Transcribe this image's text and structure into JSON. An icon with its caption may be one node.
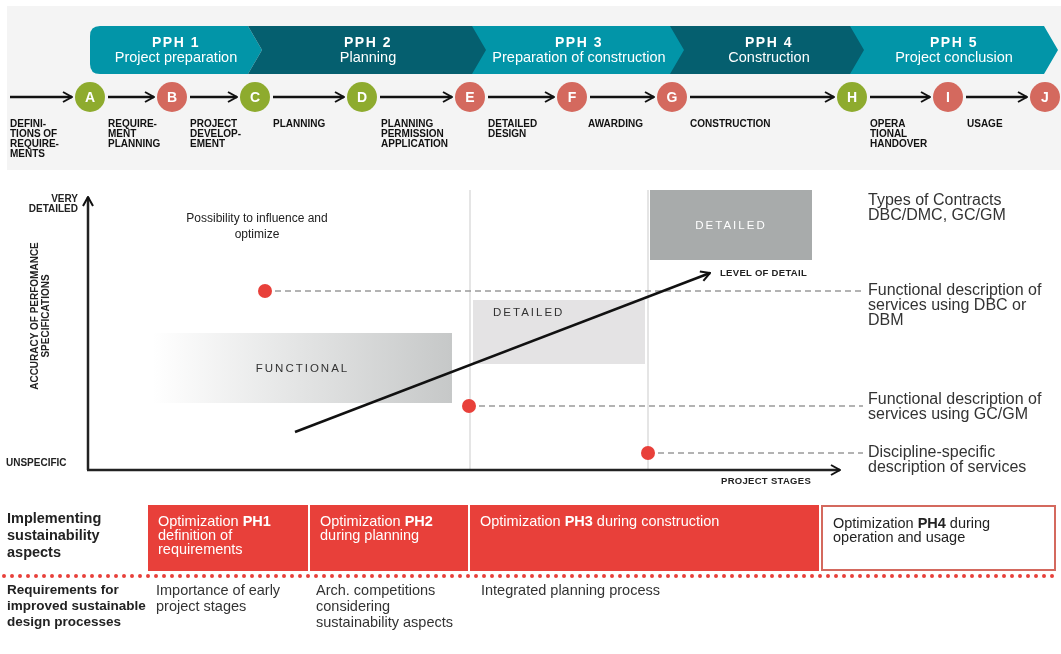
{
  "diagram": {
    "nodes": [
      {
        "text": [
          "PPH 1",
          "Project preparation"
        ]
      },
      {
        "text": [
          "PPH 2",
          "Planning"
        ]
      },
      {
        "text": [
          "PPH 3",
          "Preparation of construction"
        ]
      },
      {
        "text": [
          "PPH 4",
          "Construction"
        ]
      },
      {
        "text": [
          "PPH 5",
          "Project  conclusion"
        ]
      },
      {
        "text": [
          "A"
        ]
      },
      {
        "text": [
          "B"
        ]
      },
      {
        "text": [
          "C"
        ]
      },
      {
        "text": [
          "D"
        ]
      },
      {
        "text": [
          "E"
        ]
      },
      {
        "text": [
          "F"
        ]
      },
      {
        "text": [
          "G"
        ]
      },
      {
        "text": [
          "H"
        ]
      },
      {
        "text": [
          "I"
        ]
      },
      {
        "text": [
          "J"
        ]
      },
      {
        "text": [
          "FUNCTIONAL"
        ]
      },
      {
        "text": [
          "DETAILED"
        ]
      },
      {
        "text": [
          "DETAILED"
        ]
      },
      {
        "text": [],
        "shape": "circle"
      },
      {
        "text": [],
        "shape": "circle"
      },
      {
        "text": [],
        "shape": "circle"
      },
      {
        "text": [
          "Functional description of services using DBC or DBM"
        ]
      },
      {
        "text": [
          "Functional description of services using GC/GM"
        ]
      },
      {
        "text": [
          "Discipline-specific description of services"
        ]
      },
      {
        "text": [
          "Optimization **PH1** definition of requirements"
        ]
      },
      {
        "text": [
          "Optimization **PH2** during planning"
        ]
      },
      {
        "text": [
          "Optimization **PH3** during construction"
        ]
      },
      {
        "text": [
          "Optimization **PH4** during operation and usage"
        ]
      }
    ],
    "edges": [
      {
        "from": null,
        "to": 5,
        "arrow": "to",
        "label": "DEFINI- TIONS OF REQUIRE- MENTS"
      },
      {
        "from": 5,
        "to": 6,
        "arrow": "to",
        "label": "REQUIRE- MENT PLANNING"
      },
      {
        "from": 6,
        "to": 7,
        "arrow": "to",
        "label": "PROJECT DEVELOP- EMENT"
      },
      {
        "from": 7,
        "to": 8,
        "arrow": "to",
        "label": "PLANNING"
      },
      {
        "from": 8,
        "to": 9,
        "arrow": "to",
        "label": "PLANNING PERMISSION APPLICATION"
      },
      {
        "from": 9,
        "to": 10,
        "arrow": "to",
        "label": "DETAILED DESIGN"
      },
      {
        "from": 10,
        "to": 11,
        "arrow": "to",
        "label": "AWARDING"
      },
      {
        "from": 11,
        "to": 12,
        "arrow": "to",
        "label": "CONSTRUCTION"
      },
      {
        "from": 12,
        "to": 13,
        "arrow": "to",
        "label": "OPERA TIONAL HANDOVER"
      },
      {
        "from": 13,
        "to": 14,
        "arrow": "to",
        "label": "USAGE"
      },
      {
        "from": 18,
        "to": 21,
        "arrow": "none",
        "style": "dashed",
        "color": "#9a9a9a"
      },
      {
        "from": 19,
        "to": 22,
        "arrow": "none",
        "style": "dashed",
        "color": "#9a9a9a"
      },
      {
        "from": 20,
        "to": 23,
        "arrow": "none",
        "style": "dashed",
        "color": "#9a9a9a"
      }
    ],
    "labels": [
      "VERY DETAILED",
      "Possibility to influence  and optimize",
      "Types of Contracts DBC/DMC, GC/GM",
      "LEVEL OF DETAIL",
      "ACCURACY OF PERFOMANCE SPECIFICATIONS",
      "UNSPECIFIC",
      "PROJECT STAGES",
      "Implementing sustainability aspects",
      "Requirements for improved sustainable design processes",
      "Importance of early project stages",
      "Arch. competitions considering sustainability aspects",
      "Integrated planning process"
    ]
  }
}
